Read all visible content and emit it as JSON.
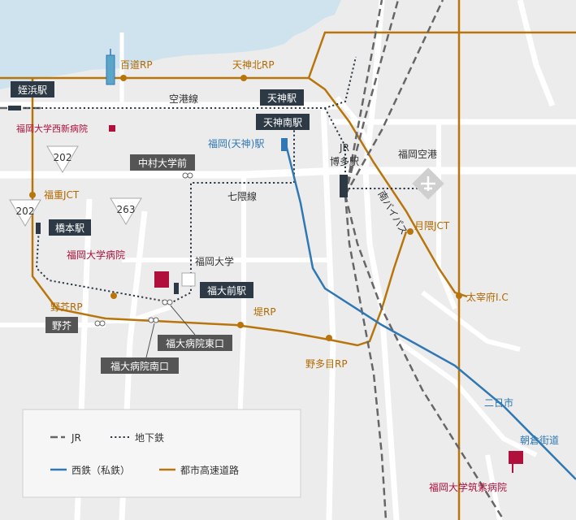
{
  "colors": {
    "background": "#ececec",
    "sea": "#cfe3ef",
    "road": "#ffffff",
    "expressway": "#b8750c",
    "nishitetsu": "#2f78b4",
    "subway": "#2d3a45",
    "jr": "#666666",
    "station_box": "#2d3a45",
    "hospital": "#b0103b",
    "orange_text": "#b26a00",
    "crimson_text": "#b0103b",
    "blue_text": "#2f78b4"
  },
  "stations": {
    "meinohama": "姪浜駅",
    "tenjin": "天神駅",
    "tenjin_minami": "天神南駅",
    "hakata": "JR\n博多駅",
    "hashimoto": "橋本駅",
    "fukudaimae": "福大前駅",
    "noke": "野芥",
    "fukuoka_tenjin": "福岡(天神)駅",
    "nakamura_univ": "中村大学前",
    "fukudai_east": "福大病院東口",
    "fukudai_south": "福大病院南口"
  },
  "labels": {
    "momochi_rp": "百道RP",
    "tenjin_kita_rp": "天神北RP",
    "airport_line": "空港線",
    "nanakuma_line": "七隈線",
    "fukushige_jct": "福重JCT",
    "noke_rp": "野芥RP",
    "tsutsumi_rp": "堤RP",
    "notame_rp": "野多目RP",
    "tsukigikuma_jct": "月隈JCT",
    "dazaifu_ic": "太宰府I.C",
    "minami_bypass": "南バイパス",
    "futsukaichi": "二日市",
    "asakura_kaido": "朝倉街道",
    "fukuoka_airport": "福岡空港",
    "fukuoka_univ": "福岡大学"
  },
  "hospitals": {
    "nishijin": "福岡大学西新病院",
    "main": "福岡大学病院",
    "chikushi": "福岡大学筑紫病院"
  },
  "route_signs": {
    "r202a": "202",
    "r202b": "202",
    "r263": "263"
  },
  "legend": {
    "jr": "JR",
    "subway": "地下鉄",
    "nishitetsu": "西鉄（私鉄）",
    "expressway": "都市高速道路"
  },
  "icons": [
    "airport-icon",
    "tower-icon",
    "hospital-marker-icon",
    "bus-stop-icon"
  ]
}
